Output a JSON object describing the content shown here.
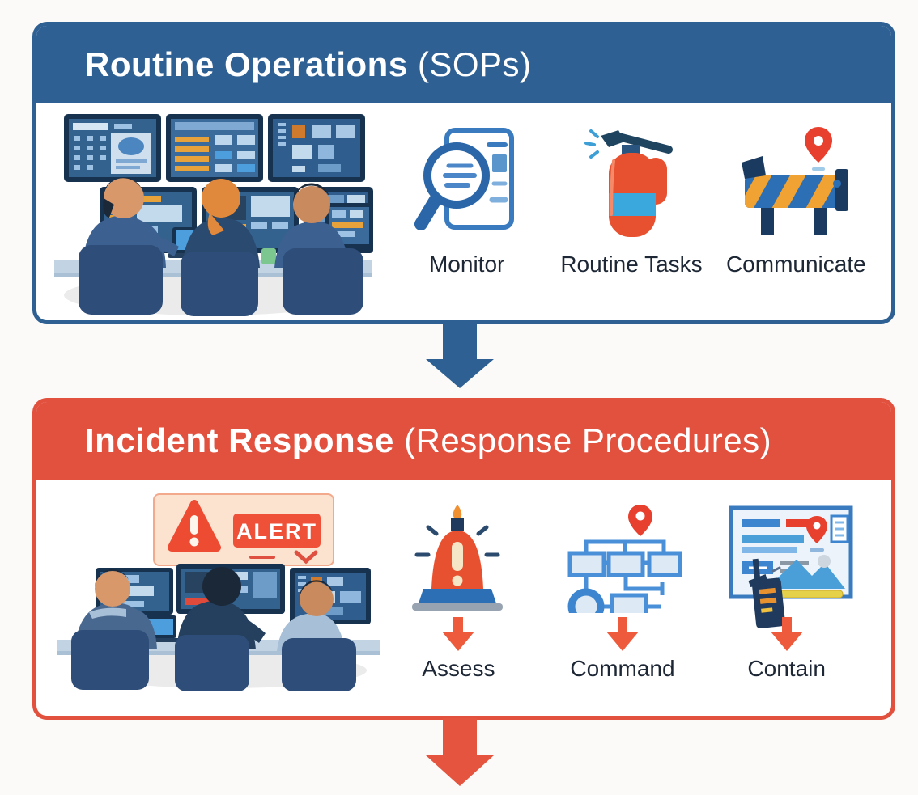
{
  "page": {
    "background": "#fbfaf9"
  },
  "colors": {
    "routine_blue": "#2e6094",
    "incident_red": "#e2503e",
    "flow_arrow_blue": "#2e6094",
    "flow_arrow_red": "#e4543f",
    "step_arrow_red": "#ee5a3c",
    "label_text": "#1d2735",
    "header_text": "#ffffff",
    "panel_body": "#ffffff",
    "alert_banner_bg": "#fbe3d0",
    "alert_red": "#ee4b33"
  },
  "routine_panel": {
    "title_main": "Routine Operations",
    "title_suffix": " (SOPs)",
    "illustration": "control-room-team-monitoring",
    "steps": [
      {
        "label": "Monitor",
        "icon": "magnifier-document-icon"
      },
      {
        "label": "Routine Tasks",
        "icon": "fire-extinguisher-icon"
      },
      {
        "label": "Communicate",
        "icon": "road-barrier-location-pin-icon"
      }
    ]
  },
  "incident_panel": {
    "title_main": "Incident Response",
    "title_suffix": " (Response Procedures)",
    "illustration": "control-room-team-alert",
    "alert_text": "ALERT",
    "steps": [
      {
        "label": "Assess",
        "icon": "siren-icon"
      },
      {
        "label": "Command",
        "icon": "flowchart-location-pin-icon"
      },
      {
        "label": "Contain",
        "icon": "dashboard-radio-icon"
      }
    ]
  }
}
